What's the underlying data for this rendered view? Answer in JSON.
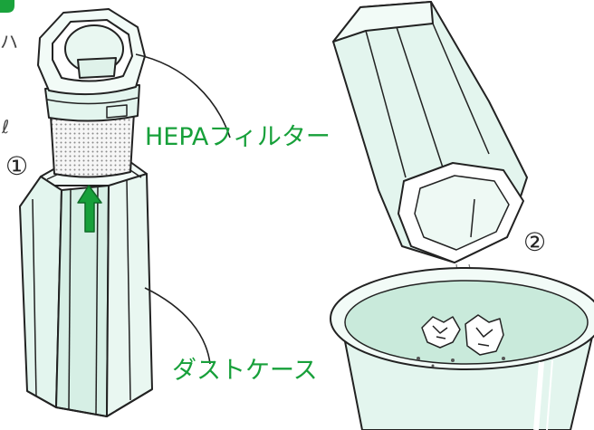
{
  "labels": {
    "hepa_filter": "HEPAフィルター",
    "dust_case": "ダストケース"
  },
  "steps": {
    "step1": "①",
    "step2": "②"
  },
  "edge_fragments": {
    "top_left": "ハ",
    "mid_left": "ℓ"
  },
  "colors": {
    "accent_green": "#17a03a",
    "mint_fill": "#e3f5ee",
    "mint_light": "#f2fbf7",
    "mint_water": "#c9eadb",
    "outline": "#222222",
    "badge_green": "#1aa33c"
  },
  "icons": {
    "step_badge_top_left": "green-rounded-badge"
  }
}
